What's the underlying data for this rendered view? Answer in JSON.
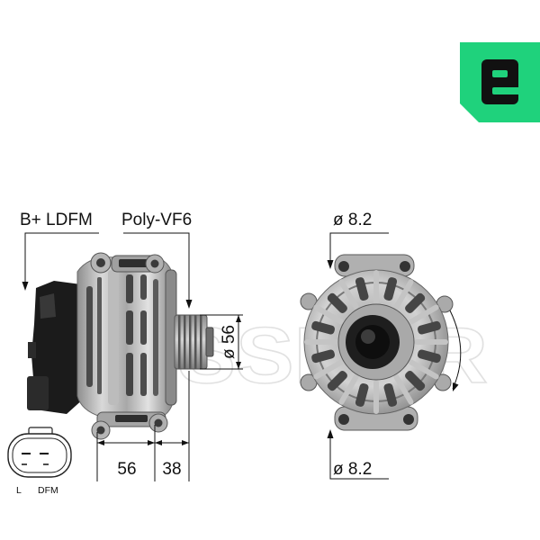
{
  "logo": {
    "icon": "era-logo-icon",
    "color": "#1fd27c",
    "mark_color": "#111111"
  },
  "watermark": {
    "text": "MESSMER"
  },
  "labels": {
    "terminals": "B+ LDFM",
    "pulley_type": "Poly-VF6",
    "pulley_diameter": "ø 56",
    "length_rear": "56",
    "length_front": "38",
    "hole_top": "ø 8.2",
    "hole_bottom": "ø 8.2"
  },
  "connector": {
    "icon": "connector-plug-icon",
    "pin_left": "L",
    "pin_right": "DFM"
  },
  "icons": {
    "side_view": "alternator-side-view",
    "rear_view": "alternator-rear-view",
    "rotation": "rotation-direction-arrow-icon"
  }
}
